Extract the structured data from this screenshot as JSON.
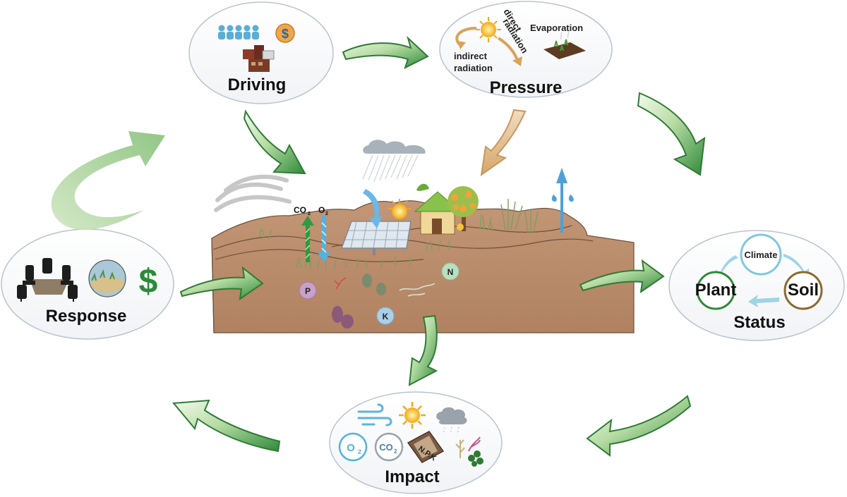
{
  "nodes": {
    "driving": {
      "label": "Driving",
      "money_symbol": "$"
    },
    "pressure": {
      "label": "Pressure",
      "direct_radiation": [
        "direct",
        "radiation"
      ],
      "indirect_radiation": [
        "indirect",
        "radiation"
      ],
      "evaporation": "Evaporation"
    },
    "status": {
      "label": "Status",
      "cycle": {
        "climate": "Climate",
        "soil": "Soil",
        "plant": "Plant"
      }
    },
    "impact": {
      "label": "Impact",
      "o2": "O",
      "o2_sub": "2",
      "co2": "CO",
      "co2_sub": "2",
      "npk": "N.P.K"
    },
    "response": {
      "label": "Response",
      "money_symbol": "$"
    }
  },
  "center": {
    "co2": "CO",
    "co2_sub": "2",
    "o2": "O",
    "o2_sub": "2",
    "nutrients": {
      "n": "N",
      "p": "P",
      "k": "K"
    }
  },
  "colors": {
    "arrow_green": "#3f9a45",
    "arrow_light": "#d8efc9",
    "soil": "#b98a68",
    "soil_dark": "#9c7355",
    "node_border": "#b9c3cf",
    "cycle_blue": "#7fc8e2",
    "plant_green": "#2e8b3a",
    "soil_brown": "#8a6a2d"
  }
}
